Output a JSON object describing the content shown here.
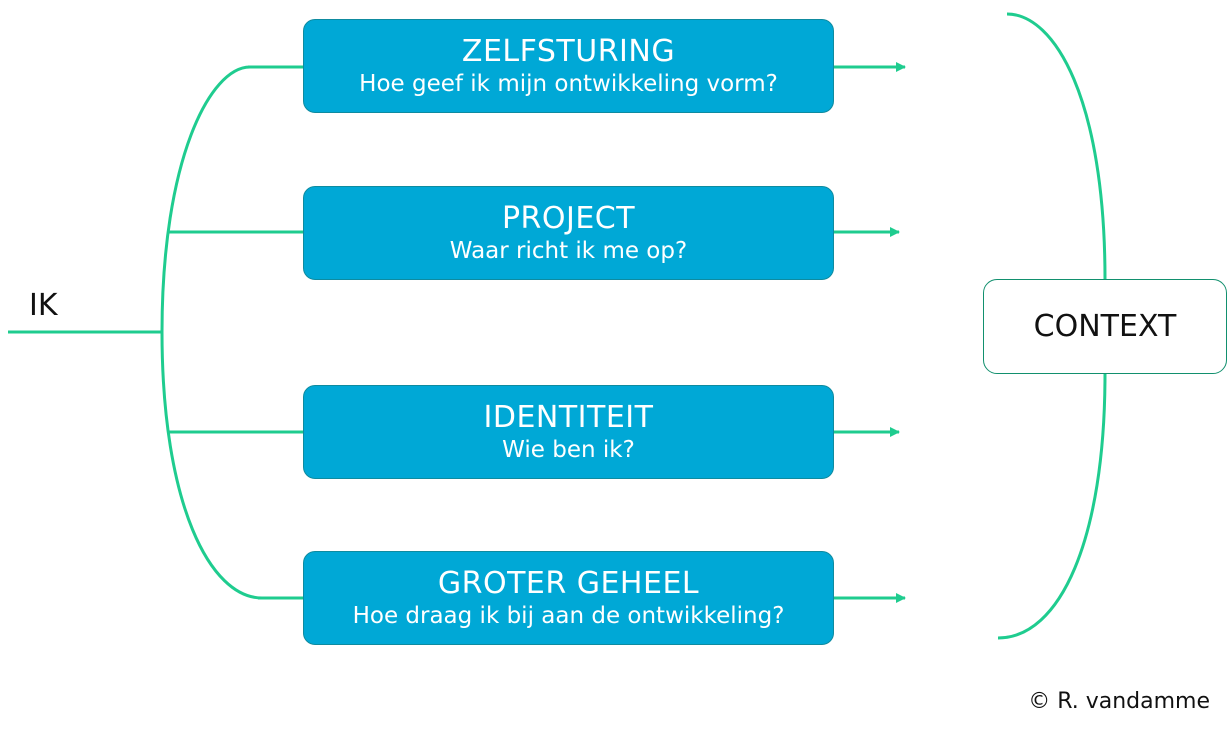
{
  "colors": {
    "box_fill": "#00a8d6",
    "box_border": "#0e8ba0",
    "connector": "#1fcc8f",
    "text_on_box": "#ffffff",
    "context_border": "#12906e"
  },
  "root": {
    "label": "IK"
  },
  "branches": [
    {
      "title": "ZELFSTURING",
      "question": "Hoe geef ik mijn ontwikkeling vorm?"
    },
    {
      "title": "PROJECT",
      "question": "Waar richt ik me op?"
    },
    {
      "title": "IDENTITEIT",
      "question": "Wie ben ik?"
    },
    {
      "title": "GROTER GEHEEL",
      "question": "Hoe draag ik bij aan de ontwikkeling?"
    }
  ],
  "context": {
    "label": "CONTEXT"
  },
  "copyright": "© R. vandamme"
}
